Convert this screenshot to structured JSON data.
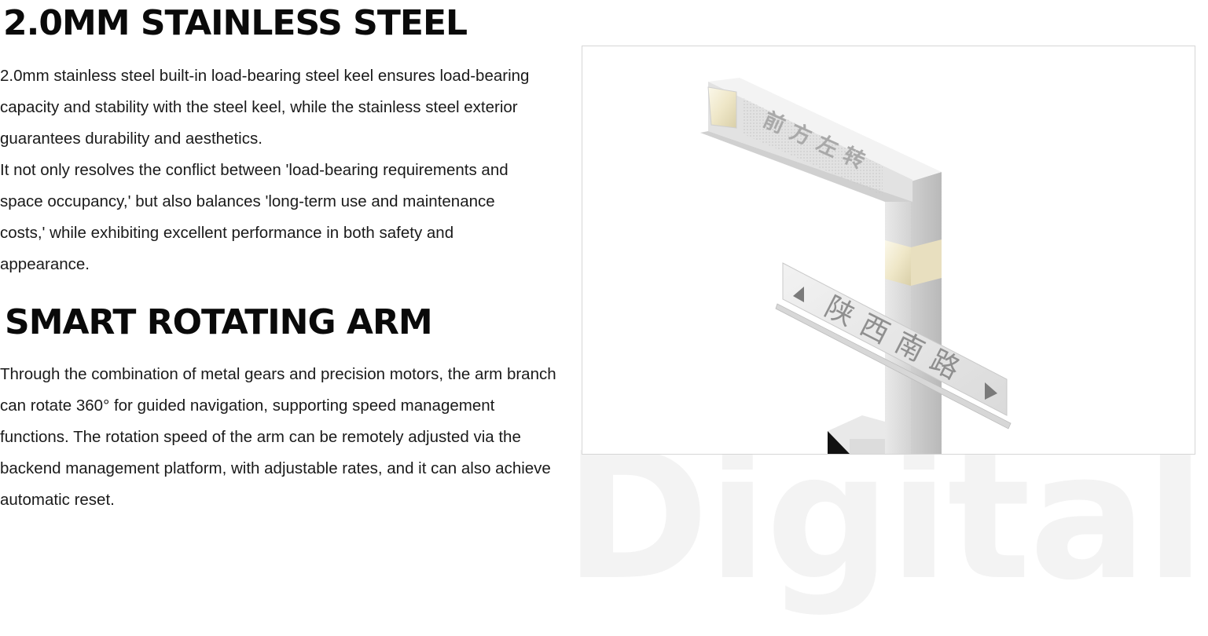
{
  "sections": [
    {
      "title": "2.0MM STAINLESS STEEL",
      "paragraphs": [
        "2.0mm stainless steel built-in load-bearing steel keel ensures load-bearing capacity and stability with the steel keel, while the stainless steel exterior guarantees durability and aesthetics.",
        "It not only resolves the conflict between 'load-bearing requirements and space occupancy,' but also balances 'long-term use and maintenance costs,' while exhibiting excellent performance in both safety and appearance."
      ]
    },
    {
      "title": "SMART ROTATING ARM",
      "paragraphs": [
        "Through the combination of metal gears and precision motors, the arm branch can rotate 360° for guided navigation, supporting speed management functions. The rotation speed of the arm can be remotely adjusted via the backend management platform, with adjustable rates, and it can also achieve automatic reset."
      ]
    }
  ],
  "product_image": {
    "top_arm_text": "前方左转",
    "street_sign_text": "陕西南路"
  },
  "watermark": "Digital",
  "colors": {
    "heading": "#0a0a0a",
    "body_text": "#1a1a1a",
    "watermark": "#f3f3f3",
    "panel_border": "#d6d6d6",
    "light_glow": "#efe7c8"
  }
}
